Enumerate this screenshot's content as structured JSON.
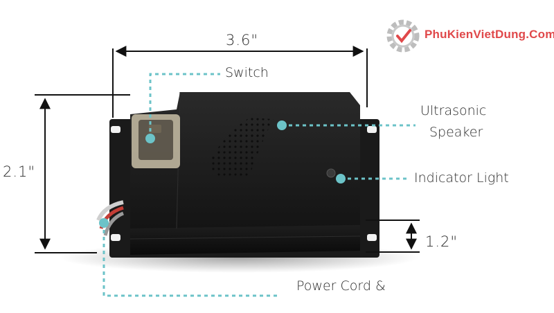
{
  "dimensions": {
    "width_label": "3.6\"",
    "height_label": "2.1\"",
    "depth_label": "1.2\""
  },
  "callouts": {
    "switch": "Switch",
    "speaker_line1": "Ultrasonic",
    "speaker_line2": "Speaker",
    "indicator": "Indicator Light",
    "power_cord": "Power Cord &"
  },
  "watermark": {
    "text": "PhuKienVietDung.Com",
    "color": "#e0484a"
  },
  "colors": {
    "callout_line": "#6cc3c8",
    "device_body": "#1c1c1c",
    "dimension_arrow": "#111111"
  }
}
